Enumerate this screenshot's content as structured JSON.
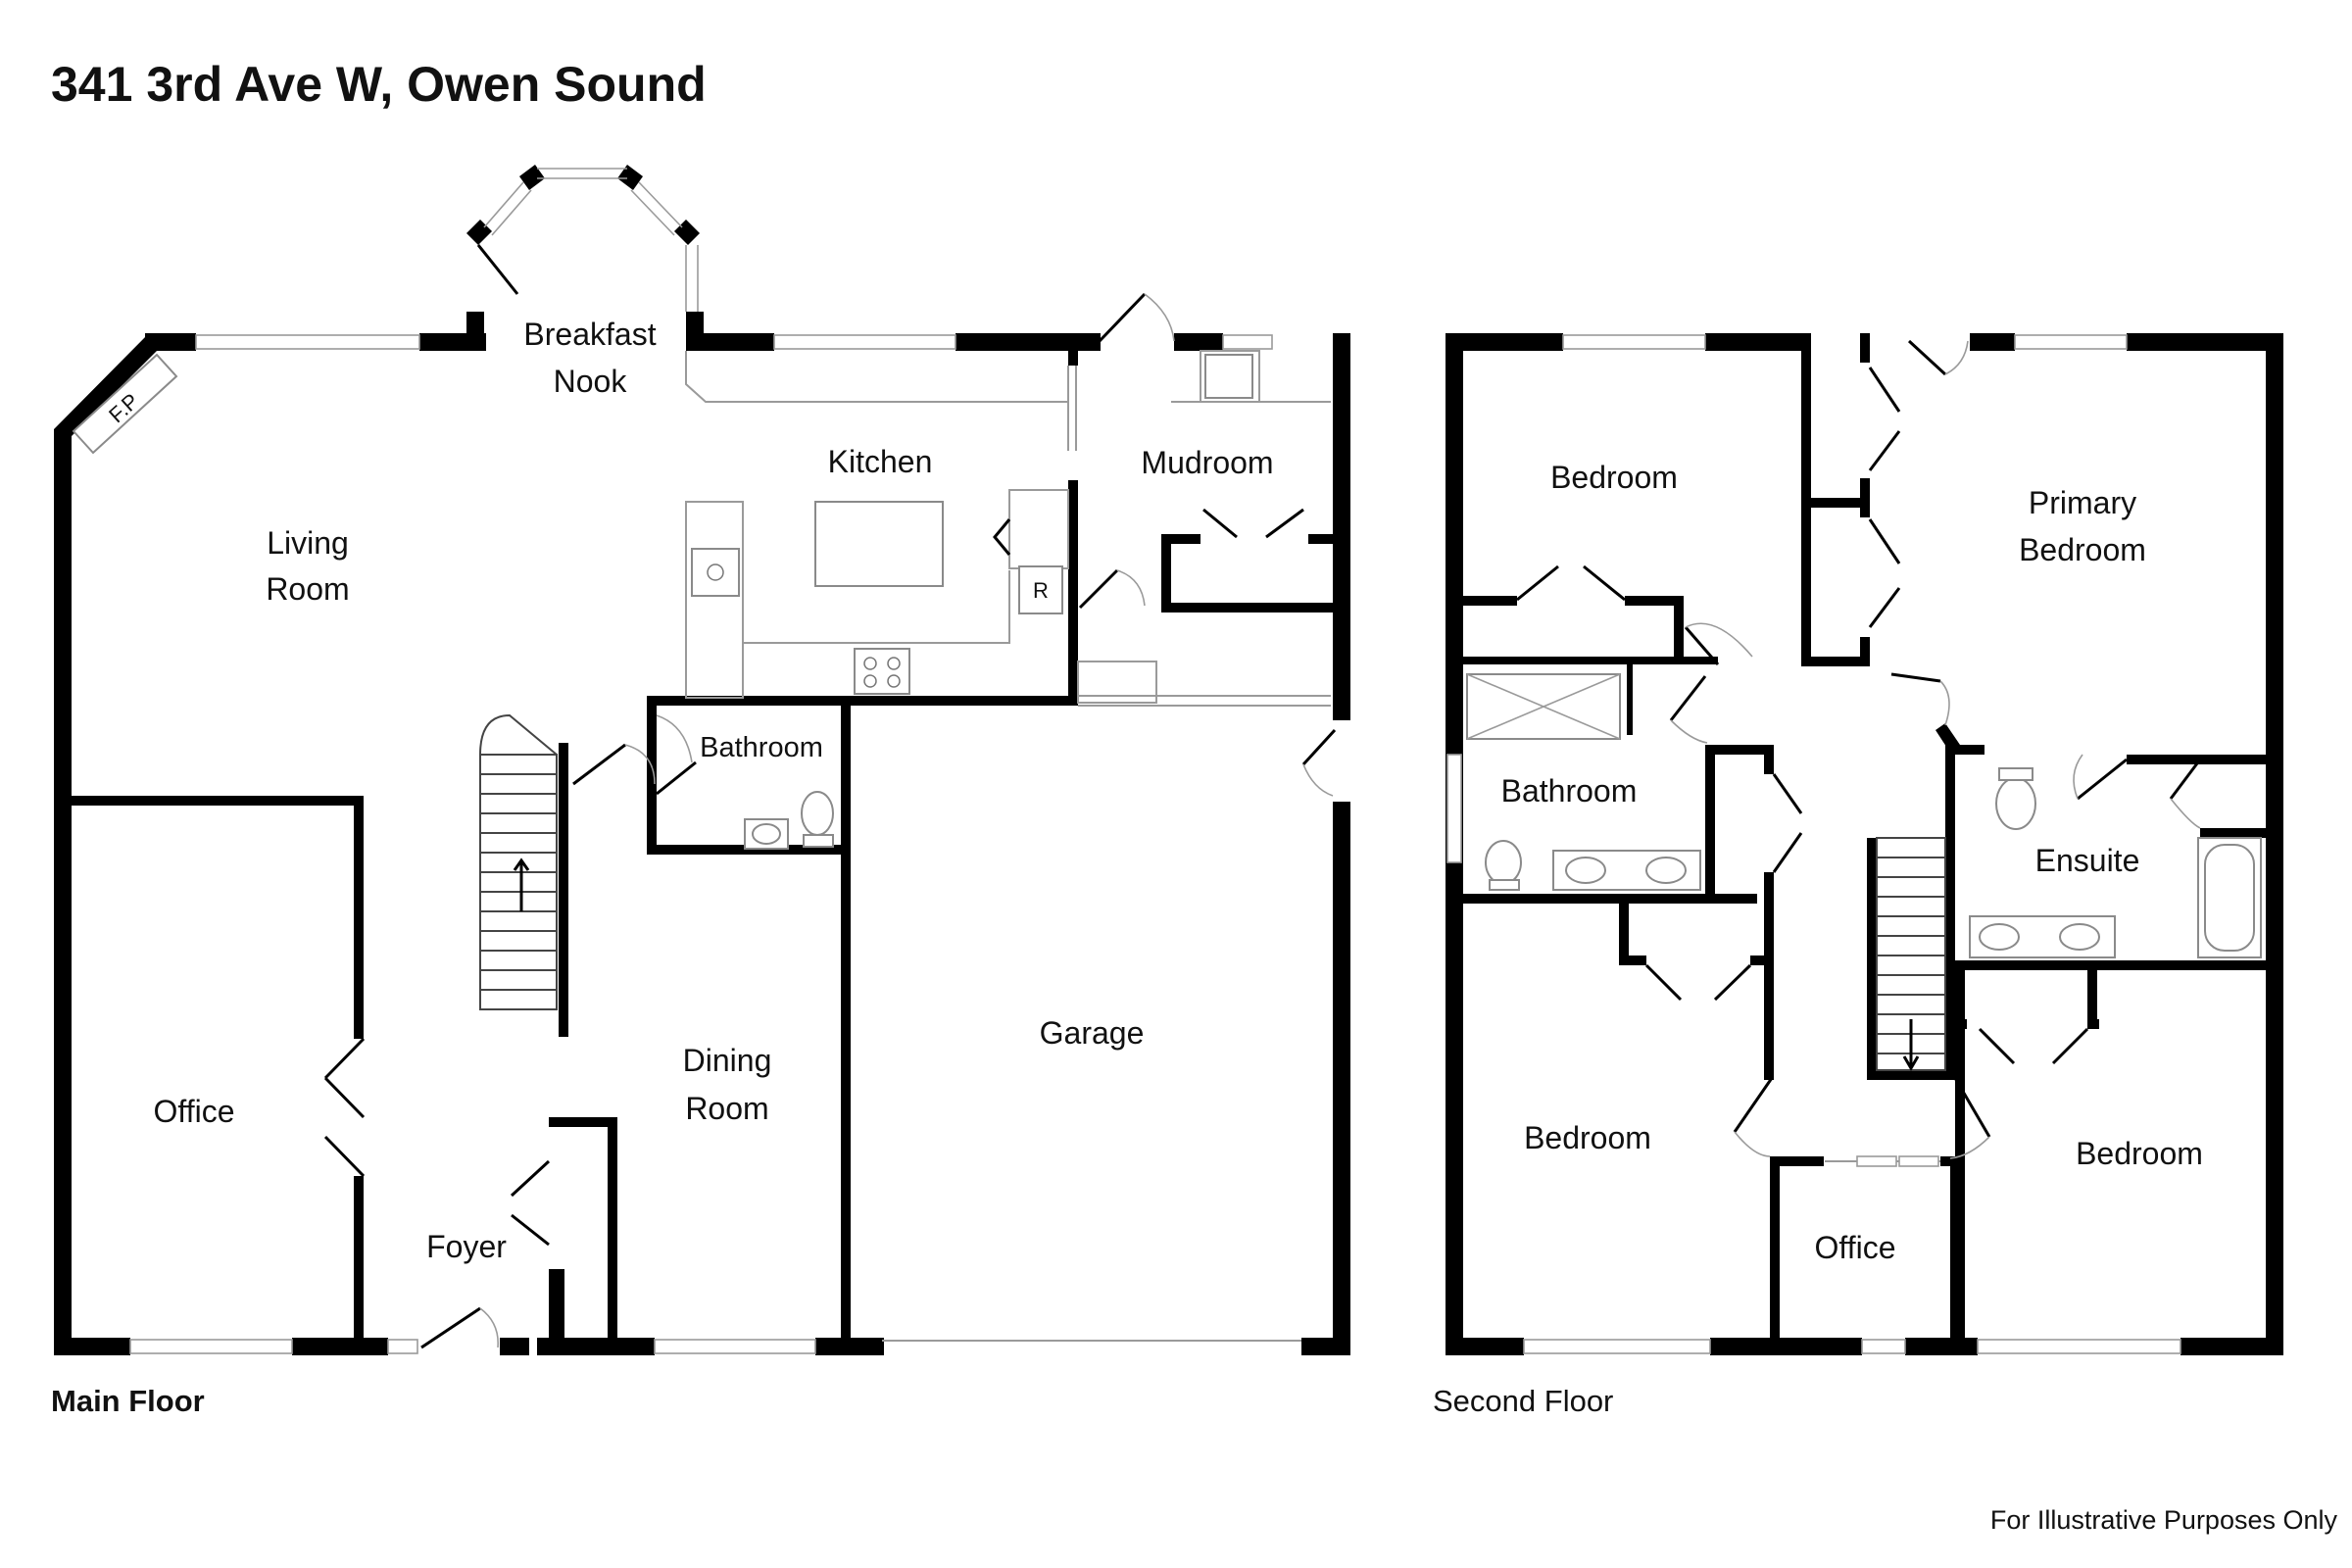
{
  "title": "341 3rd Ave W, Owen Sound",
  "floors": {
    "main": {
      "label": "Main Floor",
      "rooms": {
        "breakfast_nook": [
          "Breakfast",
          "Nook"
        ],
        "kitchen": "Kitchen",
        "mudroom": "Mudroom",
        "living_room": [
          "Living",
          "Room"
        ],
        "bathroom": "Bathroom",
        "office": "Office",
        "dining_room": [
          "Dining",
          "Room"
        ],
        "foyer": "Foyer",
        "garage": "Garage"
      },
      "symbols": {
        "fireplace": "F.P",
        "refrigerator": "R"
      }
    },
    "second": {
      "label": "Second Floor",
      "rooms": {
        "bedroom_nw": "Bedroom",
        "primary_bedroom": [
          "Primary",
          "Bedroom"
        ],
        "bathroom": "Bathroom",
        "ensuite": "Ensuite",
        "bedroom_sw": "Bedroom",
        "office": "Office",
        "bedroom_se": "Bedroom"
      }
    }
  },
  "footer_note": "For Illustrative Purposes Only"
}
